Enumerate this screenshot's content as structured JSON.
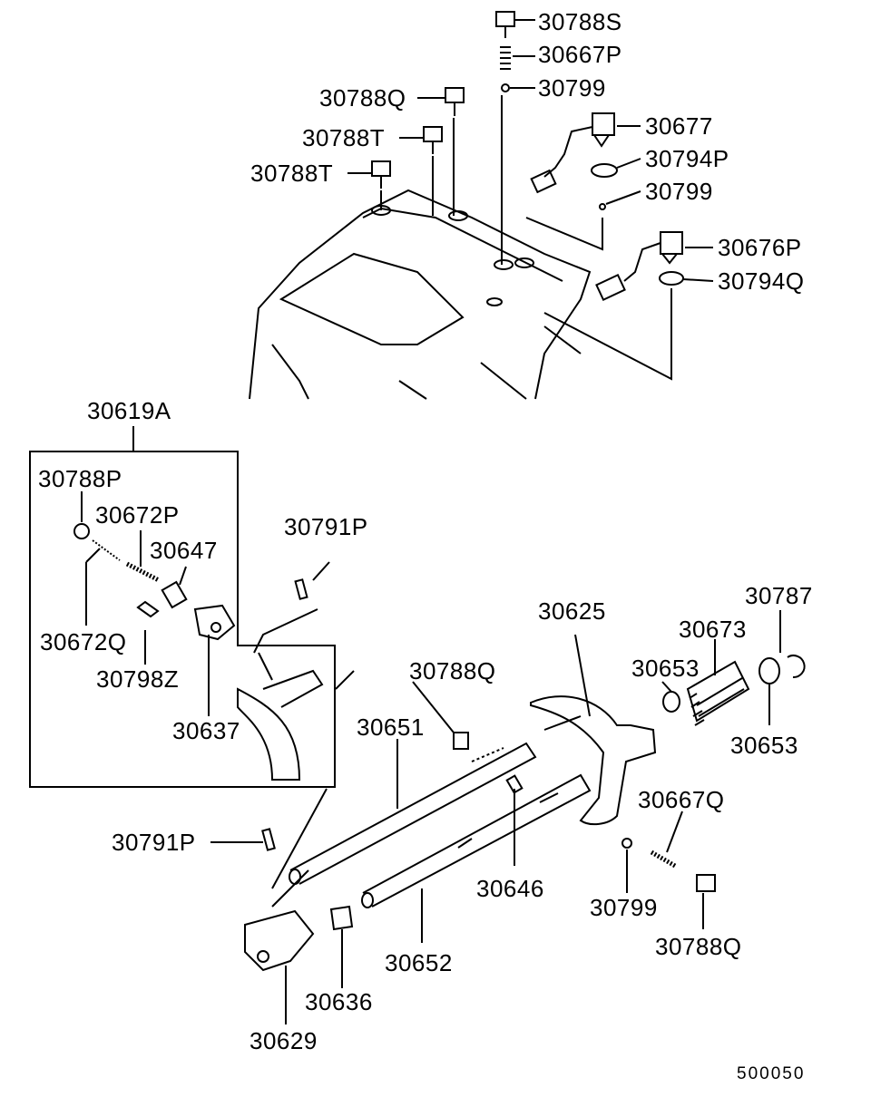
{
  "diagram_code": "500050",
  "labels": [
    "30788S",
    "30667P",
    "30799",
    "30788Q",
    "30788T",
    "30677",
    "30794P",
    "30788T",
    "30799",
    "30676P",
    "30794Q",
    "30619A",
    "30788P",
    "30672P",
    "30647",
    "30791P",
    "30672Q",
    "30798Z",
    "30637",
    "30625",
    "30787",
    "30673",
    "30653",
    "30788Q",
    "30651",
    "30653",
    "30667Q",
    "30791P",
    "30646",
    "30799",
    "30652",
    "30788Q",
    "30636",
    "30629"
  ]
}
